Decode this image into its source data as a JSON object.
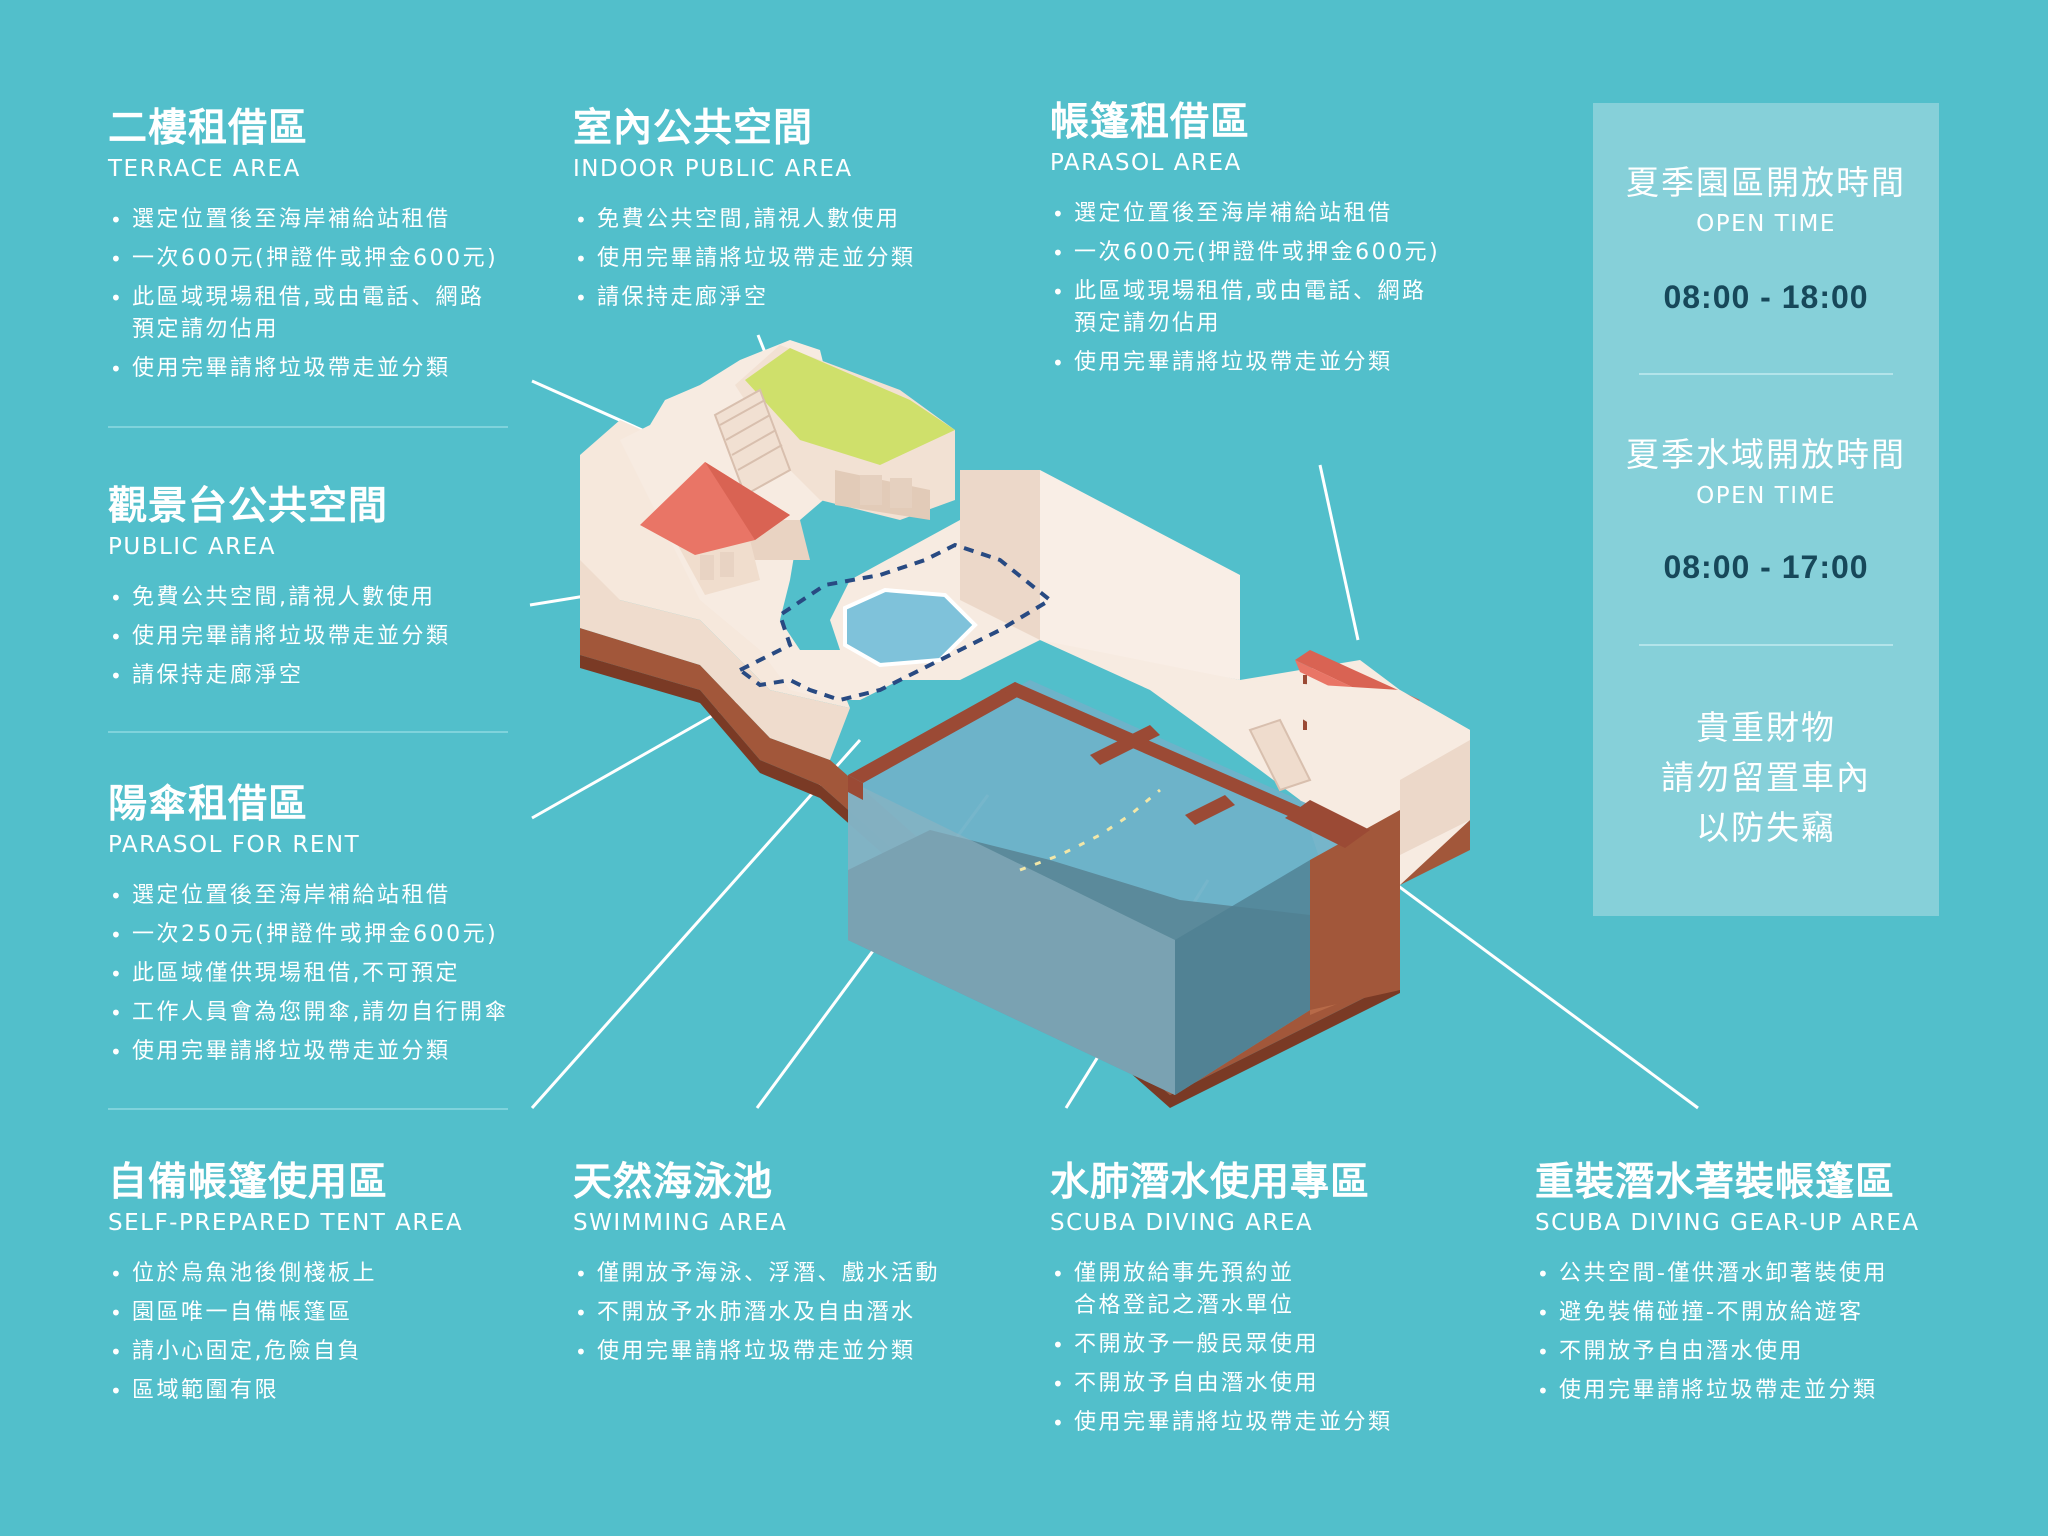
{
  "sections": {
    "terrace": {
      "title": "二樓租借區",
      "subtitle": "TERRACE AREA",
      "items": [
        "選定位置後至海岸補給站租借",
        "一次600元(押證件或押金600元)",
        "此區域現場租借,或由電話、網路\n預定請勿佔用",
        "使用完畢請將垃圾帶走並分類"
      ]
    },
    "indoor": {
      "title": "室內公共空間",
      "subtitle": "INDOOR PUBLIC AREA",
      "items": [
        "免費公共空間,請視人數使用",
        "使用完畢請將垃圾帶走並分類",
        "請保持走廊淨空"
      ]
    },
    "parasol_area": {
      "title": "帳篷租借區",
      "subtitle": "PARASOL AREA",
      "items": [
        "選定位置後至海岸補給站租借",
        "一次600元(押證件或押金600元)",
        "此區域現場租借,或由電話、網路\n預定請勿佔用",
        "使用完畢請將垃圾帶走並分類"
      ]
    },
    "public": {
      "title": "觀景台公共空間",
      "subtitle": "PUBLIC AREA",
      "items": [
        "免費公共空間,請視人數使用",
        "使用完畢請將垃圾帶走並分類",
        "請保持走廊淨空"
      ]
    },
    "parasol_rent": {
      "title": "陽傘租借區",
      "subtitle": "PARASOL FOR RENT",
      "items": [
        "選定位置後至海岸補給站租借",
        "一次250元(押證件或押金600元)",
        "此區域僅供現場租借,不可預定",
        "工作人員會為您開傘,請勿自行開傘",
        "使用完畢請將垃圾帶走並分類"
      ]
    },
    "tent": {
      "title": "自備帳篷使用區",
      "subtitle": "SELF-PREPARED TENT AREA",
      "items": [
        "位於烏魚池後側棧板上",
        "園區唯一自備帳篷區",
        "請小心固定,危險自負",
        "區域範圍有限"
      ]
    },
    "swimming": {
      "title": "天然海泳池",
      "subtitle": "SWIMMING AREA",
      "items": [
        "僅開放予海泳、浮潛、戲水活動",
        "不開放予水肺潛水及自由潛水",
        "使用完畢請將垃圾帶走並分類"
      ]
    },
    "scuba": {
      "title": "水肺潛水使用專區",
      "subtitle": "SCUBA DIVING AREA",
      "items": [
        "僅開放給事先預約並\n合格登記之潛水單位",
        "不開放予一般民眾使用",
        "不開放予自由潛水使用",
        "使用完畢請將垃圾帶走並分類"
      ]
    },
    "gearup": {
      "title": "重裝潛水著裝帳篷區",
      "subtitle": "SCUBA DIVING GEAR-UP AREA",
      "items": [
        "公共空間-僅供潛水卸著裝使用",
        "避免裝備碰撞-不開放給遊客",
        "不開放予自由潛水使用",
        "使用完畢請將垃圾帶走並分類"
      ]
    }
  },
  "hours_panel": {
    "park_title": "夏季園區開放時間",
    "park_sub": "OPEN TIME",
    "park_time": "08:00 - 18:00",
    "water_title": "夏季水域開放時間",
    "water_sub": "OPEN TIME",
    "water_time": "08:00 - 17:00",
    "note": "貴重財物\n請勿留置車內\n以防失竊"
  },
  "colors": {
    "background": "#52bfcb",
    "panel": "#86d0d9",
    "time_text": "#17485a",
    "wall": "#f6e8dc",
    "wall_shade": "#e9d3c2",
    "ground": "#a2573a",
    "roof": "#e97566",
    "lawn": "#cfe06b",
    "deck": "#9b4a35",
    "water": "#7fc2da"
  }
}
